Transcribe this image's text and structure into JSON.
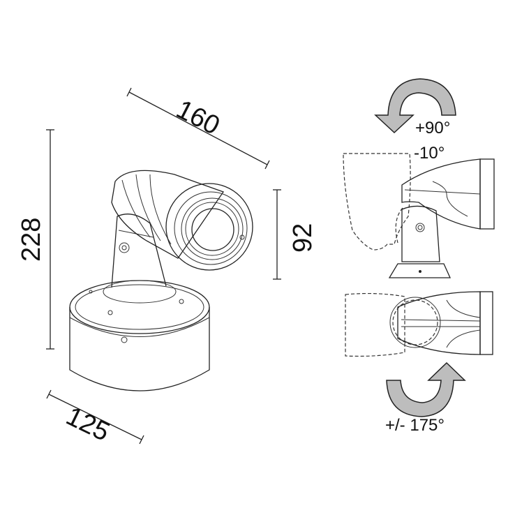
{
  "dimensions": {
    "width": "160",
    "height": "228",
    "head_height": "92",
    "base_diameter": "125"
  },
  "tilt": {
    "up_label": "+90°",
    "down_label": "-10°"
  },
  "rotation": {
    "label": "+/- 175°"
  },
  "colors": {
    "arrow_fill": "#bdbdbd",
    "line": "#222222"
  }
}
